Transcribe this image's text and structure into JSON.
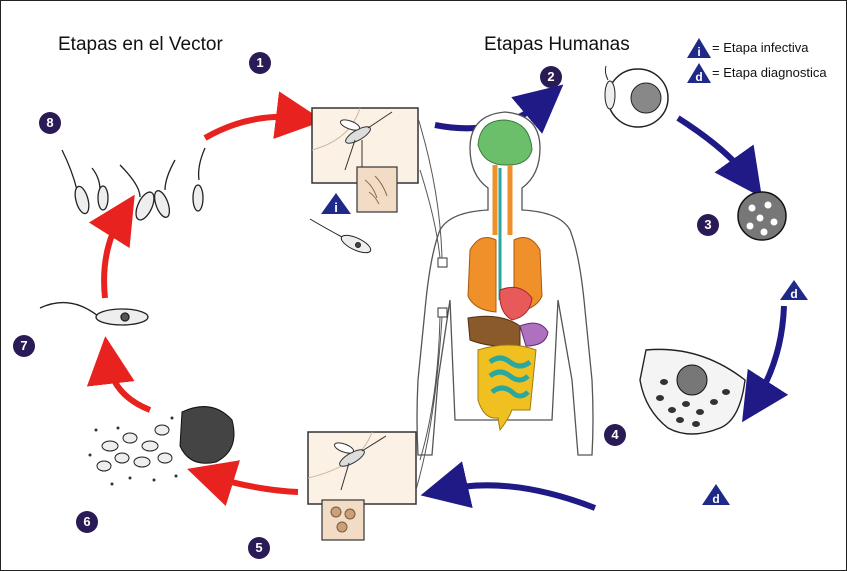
{
  "headers": {
    "vector_title": "Etapas en el Vector",
    "human_title": "Etapas Humanas"
  },
  "legend": {
    "infective_letter": "i",
    "infective_label": "= Etapa infectiva",
    "diagnostic_letter": "d",
    "diagnostic_label": "= Etapa diagnostica"
  },
  "steps": [
    "1",
    "2",
    "3",
    "4",
    "5",
    "6",
    "7",
    "8"
  ],
  "markers": {
    "infective_letter": "i",
    "diagnostic_letter": "d"
  },
  "colors": {
    "vector_arrow": "#e8231f",
    "human_arrow": "#1f1a86",
    "step_badge": "#2a1a55",
    "marker_triangle": "#1f2a88",
    "brain": "#6bbf6b",
    "lungs": "#f0902a",
    "heart": "#e85a5a",
    "intestine": "#f0c020",
    "small_intestine": "#2aa8a0",
    "liver": "#8a5a2a",
    "stomach": "#b070c0"
  },
  "icons": [
    "sandfly-icon",
    "promastigote-icon",
    "amastigote-icon",
    "macrophage-icon",
    "human-body-icon"
  ]
}
